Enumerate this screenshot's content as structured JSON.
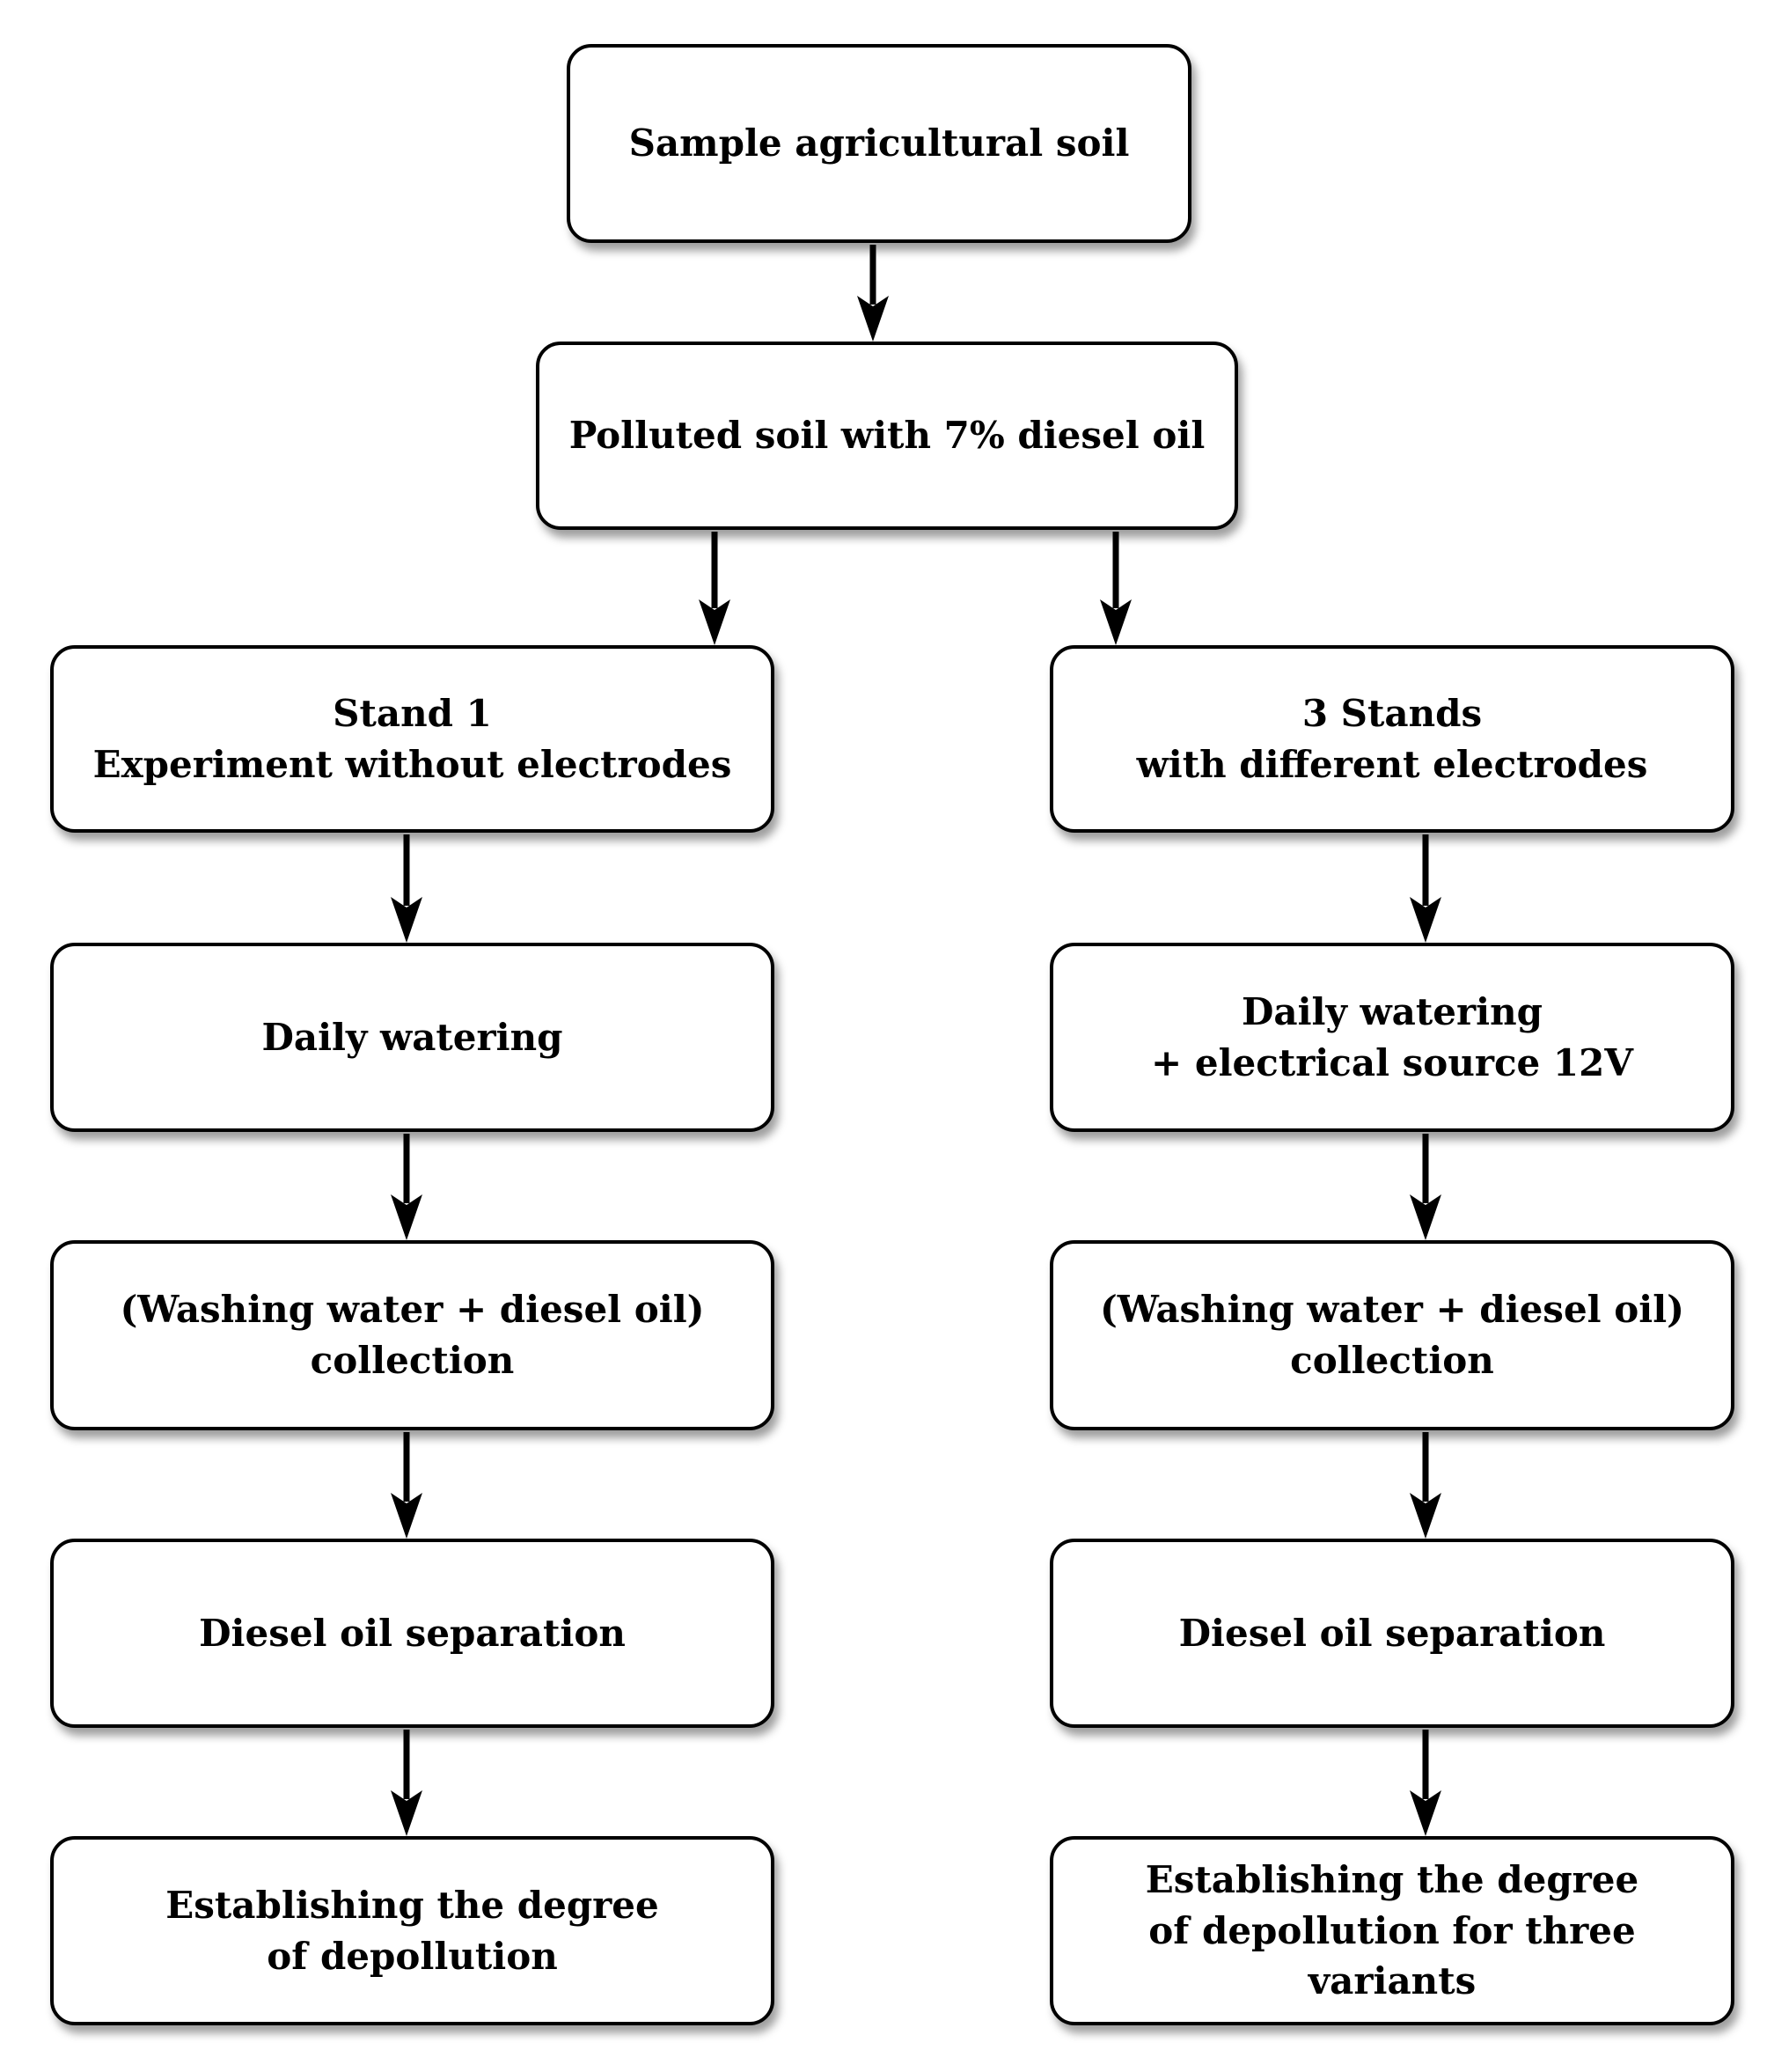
{
  "flowchart": {
    "background": "#ffffff",
    "box_fill": "#ffffff",
    "box_border_color": "#000000",
    "text_color": "#000000",
    "arrow_color": "#000000",
    "nodes": {
      "sample_soil": {
        "label": "Sample agricultural soil"
      },
      "polluted_soil": {
        "label": "Polluted soil with 7% diesel oil"
      },
      "stand1": {
        "label": "Stand 1\nExperiment without electrodes"
      },
      "stands3": {
        "label": "3 Stands\nwith different electrodes"
      },
      "daily_watering": {
        "label": "Daily watering"
      },
      "daily_watering_electrical": {
        "label": "Daily watering\n+ electrical source 12V"
      },
      "washing_collection_left": {
        "label": "(Washing water + diesel oil)\ncollection"
      },
      "washing_collection_right": {
        "label": "(Washing water + diesel oil)\ncollection"
      },
      "diesel_separation_left": {
        "label": "Diesel oil separation"
      },
      "diesel_separation_right": {
        "label": "Diesel oil separation"
      },
      "establish_depollution_left": {
        "label": "Establishing the degree\nof depollution"
      },
      "establish_depollution_right": {
        "label": "Establishing the degree\nof depollution for three variants"
      }
    }
  }
}
